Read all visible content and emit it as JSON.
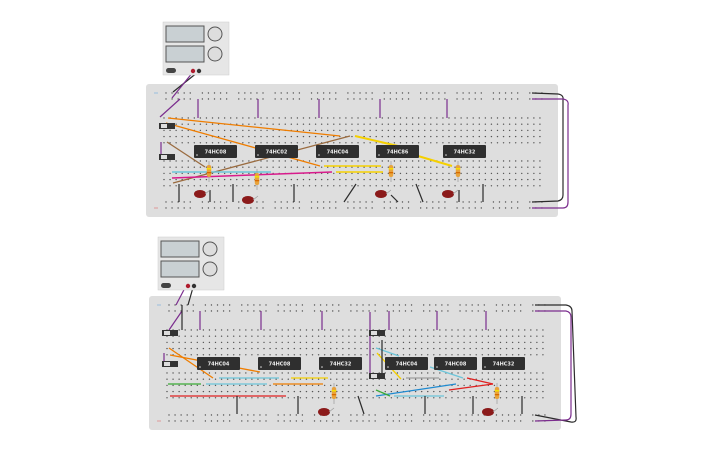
{
  "canvas": {
    "background": "#ffffff"
  },
  "circuits": [
    {
      "power_supply": {
        "name": "power-supply-top"
      },
      "chips": [
        "74HC08",
        "74HC02",
        "74HC04",
        "74HC86",
        "74HC32"
      ]
    },
    {
      "power_supply": {
        "name": "power-supply-bottom"
      },
      "chips": [
        "74HC04",
        "74HC08",
        "74HC32",
        "74HC04",
        "74HC08",
        "74HC32"
      ]
    }
  ],
  "colors": {
    "breadboard": "#dedede",
    "chip": "#2f2f2f",
    "power_wire": "#7b2d8e",
    "ground_wire": "#2b2b2b",
    "led": "#8b1a1a",
    "orange": "#ef7d00",
    "yellow": "#f5d000",
    "brown": "#9a6b3f",
    "cyan": "#6cc5d9",
    "magenta": "#d81b8c",
    "green": "#3aaa35",
    "red": "#e02020",
    "blue": "#1f8ad0"
  }
}
